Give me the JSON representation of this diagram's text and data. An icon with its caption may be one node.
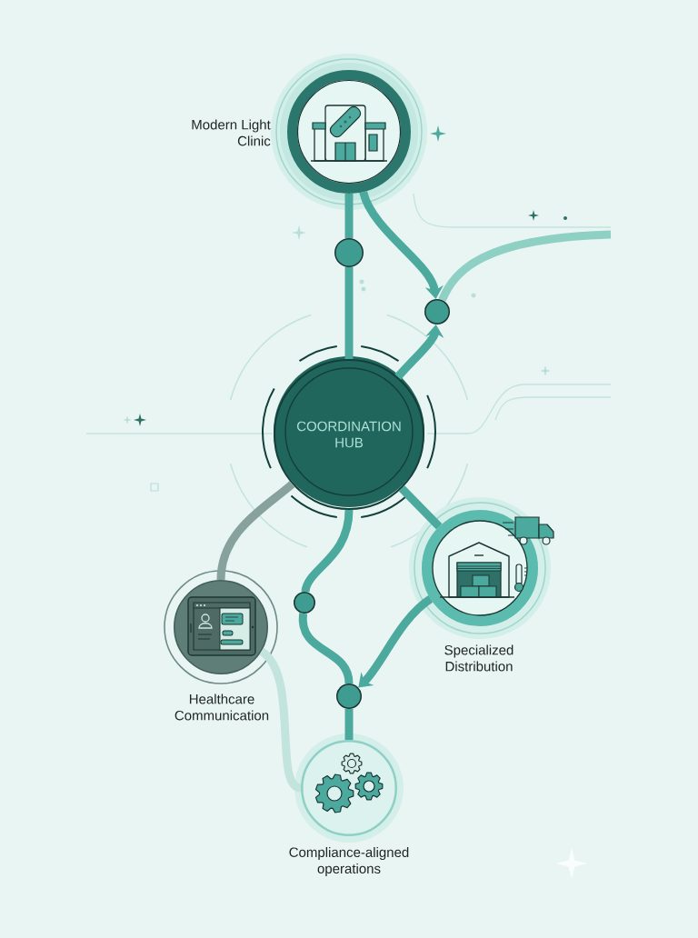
{
  "diagram": {
    "nodes": [
      {
        "text": [
          "Modern Light Clinic"
        ]
      },
      {
        "text": [],
        "shape": "circle"
      },
      {
        "text": [],
        "shape": "circle"
      },
      {
        "text": [
          "COORDINATION HUB"
        ]
      },
      {
        "text": [
          "Specialized Distribution"
        ]
      },
      {
        "text": [],
        "shape": "circle"
      },
      {
        "text": [
          "Healthcare Communication"
        ]
      },
      {
        "text": [],
        "shape": "circle"
      },
      {
        "text": [
          "Compliance-aligned operations"
        ]
      }
    ],
    "edges": [
      {
        "from": 0,
        "to": 1,
        "arrow": "none"
      },
      {
        "from": 1,
        "to": 3,
        "arrow": "none"
      },
      {
        "from": 0,
        "to": 2,
        "arrow": "to"
      },
      {
        "from": 3,
        "to": 2,
        "arrow": "to"
      },
      {
        "from": 2,
        "to": null,
        "arrow": "none",
        "color": "#8fd0c5"
      },
      {
        "from": 3,
        "to": 4,
        "arrow": "none"
      },
      {
        "from": 3,
        "to": 5,
        "arrow": "none"
      },
      {
        "from": 5,
        "to": 7,
        "arrow": "none"
      },
      {
        "from": 4,
        "to": 7,
        "arrow": "to"
      },
      {
        "from": 7,
        "to": 8,
        "arrow": "none"
      },
      {
        "from": 3,
        "to": 6,
        "arrow": "none",
        "color": "#87a29c"
      },
      {
        "from": 6,
        "to": 8,
        "arrow": "none",
        "color": "#c2e4dd"
      }
    ]
  }
}
